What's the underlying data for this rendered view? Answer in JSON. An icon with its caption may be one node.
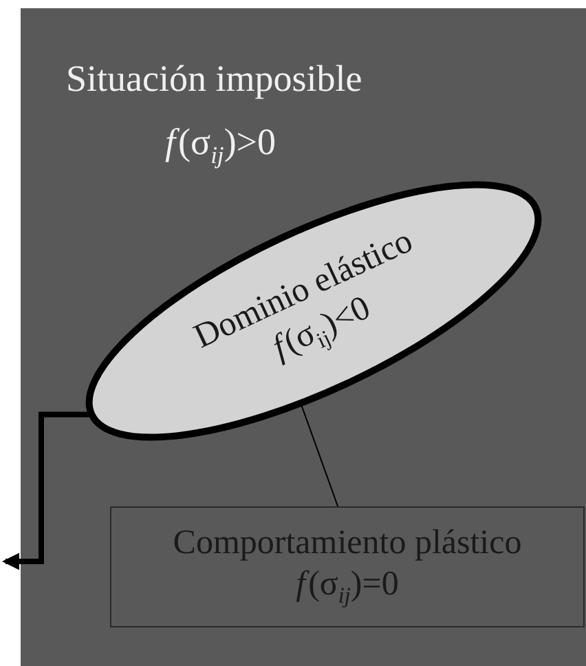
{
  "diagram": {
    "nodes": [
      {
        "text": [
          "Situación imposible",
          "*f*(σ$_{ij}$)>0"
        ]
      },
      {
        "text": [
          "Dominio elástico",
          "*f*(σ$_{ij}$)<0"
        ],
        "in": 0
      },
      {
        "text": [
          "Comportamiento plástico",
          "*f*(σ$_{ij}$)=0"
        ],
        "in": 0
      }
    ],
    "edges": [
      {
        "from": 2,
        "to": 1,
        "arrow": "none"
      },
      {
        "from": 1,
        "to": null,
        "arrow": "to",
        "style": "thick"
      }
    ]
  }
}
